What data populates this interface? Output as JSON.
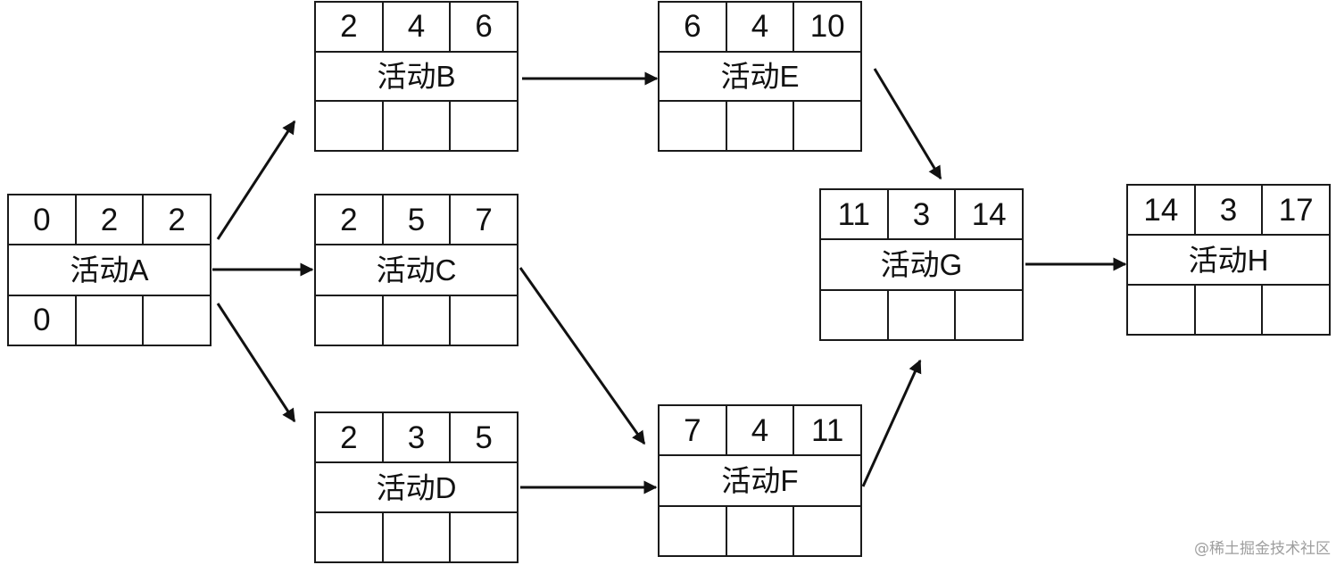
{
  "activities": {
    "A": {
      "name": "活动A",
      "top": [
        "0",
        "2",
        "2"
      ],
      "bottom": [
        "0"
      ]
    },
    "B": {
      "name": "活动B",
      "top": [
        "2",
        "4",
        "6"
      ]
    },
    "C": {
      "name": "活动C",
      "top": [
        "2",
        "5",
        "7"
      ]
    },
    "D": {
      "name": "活动D",
      "top": [
        "2",
        "3",
        "5"
      ]
    },
    "E": {
      "name": "活动E",
      "top": [
        "6",
        "4",
        "10"
      ]
    },
    "F": {
      "name": "活动F",
      "top": [
        "7",
        "4",
        "11"
      ]
    },
    "G": {
      "name": "活动G",
      "top": [
        "11",
        "3",
        "14"
      ]
    },
    "H": {
      "name": "活动H",
      "top": [
        "14",
        "3",
        "17"
      ]
    }
  },
  "colors": {
    "line": "#111111",
    "background": "#ffffff",
    "watermark": "#9e9e9e"
  },
  "watermark": "@稀土掘金技术社区"
}
